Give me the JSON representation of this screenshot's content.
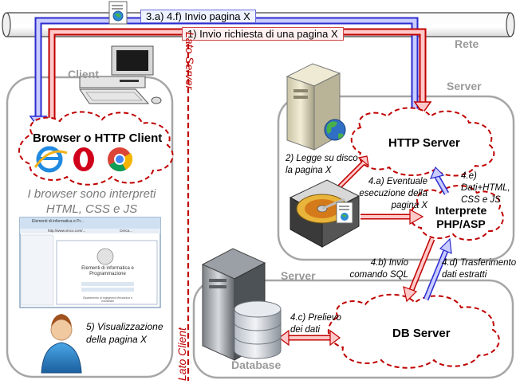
{
  "network": {
    "label": "Rete",
    "message_top": "3.a) 4.f) Invio pagina X",
    "message_request": "1) Invio richiesta di una  pagina X"
  },
  "client": {
    "title": "Client",
    "browser_label": "Browser o HTTP Client",
    "interpreters_note": "I browser sono interpreti HTML, CSS e JS",
    "step5": "5) Visualizzazione della pagina X",
    "browser_window": {
      "title": "Elementi di informatica e Pr...",
      "address": "http://www.vinco.com/...",
      "tab": "Cerca...",
      "page_heading": "Elementi di informatica e Programmazione",
      "page_sub": "Dipartimento di Ingegneria Meccanica e Industriale"
    }
  },
  "divider": {
    "lato_server": "Lato Server",
    "lato_client": "Lato Client"
  },
  "server_top": {
    "title": "Server",
    "http_server": "HTTP Server",
    "interpreter_line1": "Interprete",
    "interpreter_line2": "PHP/ASP",
    "step2": "2) Legge su disco la pagina X",
    "step4a": "4.a) Eventuale esecuzione della pagina X",
    "step4e": "4.e) Dati+HTML, CSS e JS"
  },
  "server_bottom": {
    "title": "Server",
    "db_server": "DB Server",
    "database_label": "Database",
    "step4b": "4.b) Invio comando SQL",
    "step4c": "4.c) Prelievo dei dati",
    "step4d": "4.d) Trasferimento dati estratti"
  },
  "colors": {
    "accent_blue": "#3b3bd8",
    "accent_red": "#c00000",
    "pipe_fill": "#f4f4f4",
    "cloud_border": "#c00000"
  }
}
